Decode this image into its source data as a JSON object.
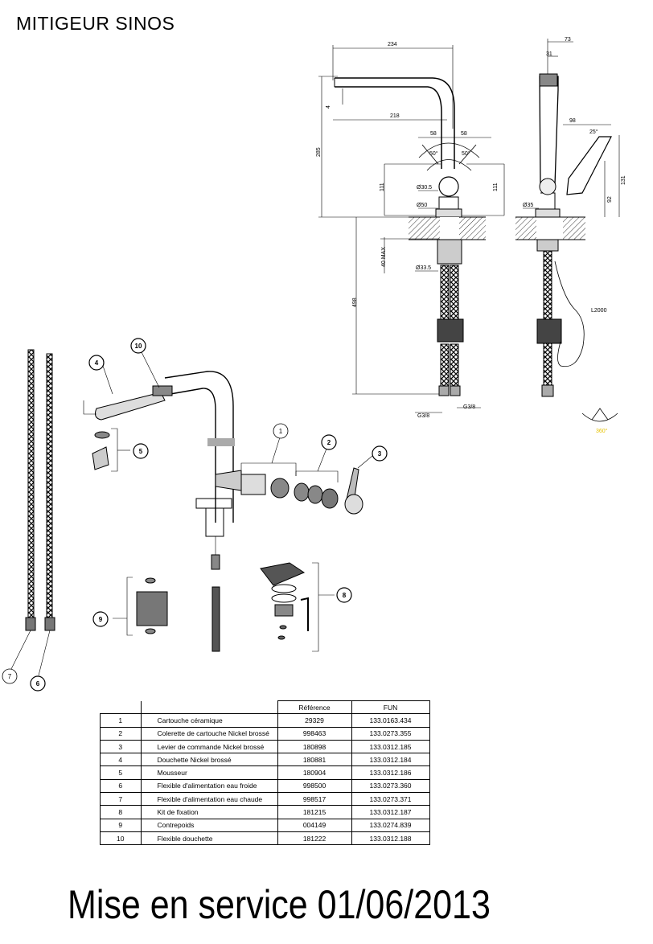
{
  "title": "MITIGEUR SINOS",
  "footer": "Mise en service 01/06/2013",
  "dimensions": {
    "total_width": "234",
    "spout_height": "4",
    "spout_reach": "218",
    "left_offset": "58",
    "right_offset": "58",
    "angle_left": "50°",
    "angle_right": "50°",
    "total_height": "285",
    "side_height_left": "111",
    "side_height_right": "111",
    "diam_body": "Ø30.5",
    "diam_base": "Ø50",
    "max_thickness": "40 MAX",
    "diam_shank": "Ø33.5",
    "hose_length": "498",
    "thread_left": "G3/8",
    "thread_right": "G3/8",
    "side_top_width": "73",
    "side_top_small": "31",
    "side_reach": "98",
    "side_angle": "25°",
    "side_lever_height": "131",
    "side_h2": "92",
    "side_diam_base": "Ø35",
    "shower_hose": "L2000",
    "rotation": "360°"
  },
  "callouts": [
    "1",
    "2",
    "3",
    "4",
    "5",
    "6",
    "7",
    "8",
    "9",
    "10"
  ],
  "table": {
    "headers": [
      "Référence",
      "FUN"
    ],
    "rows": [
      {
        "num": "1",
        "desc": "Cartouche céramique",
        "ref": "29329",
        "fun": "133.0163.434"
      },
      {
        "num": "2",
        "desc": "Colerette de cartouche Nickel brossé",
        "ref": "998463",
        "fun": "133.0273.355"
      },
      {
        "num": "3",
        "desc": "Levier de commande Nickel brossé",
        "ref": "180898",
        "fun": "133.0312.185"
      },
      {
        "num": "4",
        "desc": "Douchette Nickel brossé",
        "ref": "180881",
        "fun": "133.0312.184"
      },
      {
        "num": "5",
        "desc": "Mousseur",
        "ref": "180904",
        "fun": "133.0312.186"
      },
      {
        "num": "6",
        "desc": "Flexible d'alimentation eau froide",
        "ref": "998500",
        "fun": "133.0273.360"
      },
      {
        "num": "7",
        "desc": "Flexible d'alimentation eau chaude",
        "ref": "998517",
        "fun": "133.0273.371"
      },
      {
        "num": "8",
        "desc": "Kit de fixation",
        "ref": "181215",
        "fun": "133.0312.187"
      },
      {
        "num": "9",
        "desc": "Contrepoids",
        "ref": "004149",
        "fun": "133.0274.839"
      },
      {
        "num": "10",
        "desc": "Flexible douchette",
        "ref": "181222",
        "fun": "133.0312.188"
      }
    ]
  },
  "colors": {
    "rotation_label": "#e6c200"
  }
}
